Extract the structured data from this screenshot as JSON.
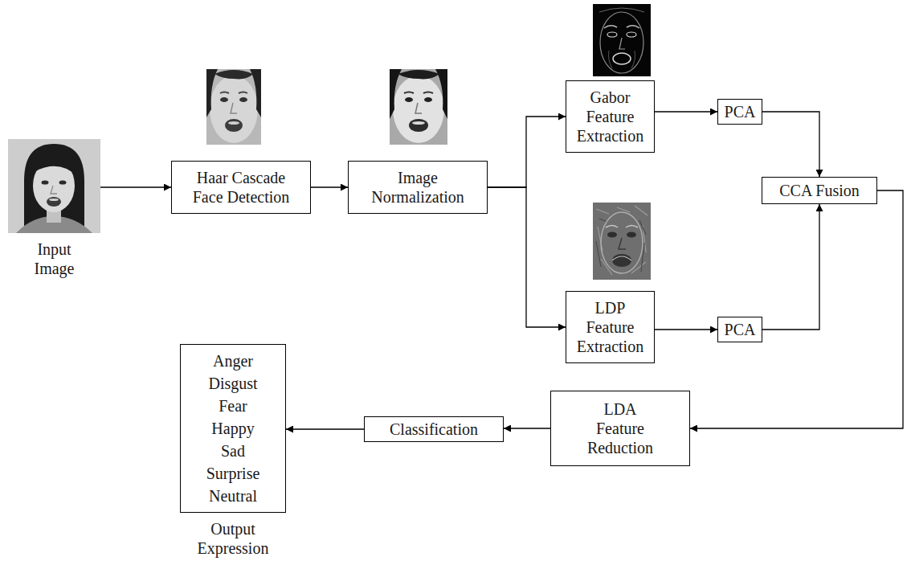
{
  "diagram": {
    "nodes": [
      {
        "text": [
          "Input Image"
        ]
      },
      {
        "text": [
          "Haar Cascade Face Detection"
        ]
      },
      {
        "text": [
          "Image Normalization"
        ]
      },
      {
        "text": [
          "Gabor Feature Extraction"
        ]
      },
      {
        "text": [
          "PCA"
        ]
      },
      {
        "text": [
          "LDP Feature Extraction"
        ]
      },
      {
        "text": [
          "PCA"
        ]
      },
      {
        "text": [
          "CCA Fusion"
        ]
      },
      {
        "text": [
          "LDA Feature Reduction"
        ]
      },
      {
        "text": [
          "Classification"
        ]
      },
      {
        "text": [
          "Anger",
          "Disgust",
          "Fear",
          "Happy",
          "Sad",
          "Surprise",
          "Neutral",
          "Output Expression"
        ]
      }
    ],
    "edges": [
      {
        "from": 0,
        "to": 1,
        "arrow": "to"
      },
      {
        "from": 1,
        "to": 2,
        "arrow": "to"
      },
      {
        "from": 2,
        "to": 3,
        "arrow": "to"
      },
      {
        "from": 2,
        "to": 5,
        "arrow": "to"
      },
      {
        "from": 3,
        "to": 4,
        "arrow": "to"
      },
      {
        "from": 5,
        "to": 6,
        "arrow": "to"
      },
      {
        "from": 4,
        "to": 7,
        "arrow": "to"
      },
      {
        "from": 6,
        "to": 7,
        "arrow": "to"
      },
      {
        "from": 7,
        "to": 8,
        "arrow": "to"
      },
      {
        "from": 8,
        "to": 9,
        "arrow": "to"
      },
      {
        "from": 9,
        "to": 10,
        "arrow": "to"
      }
    ]
  }
}
